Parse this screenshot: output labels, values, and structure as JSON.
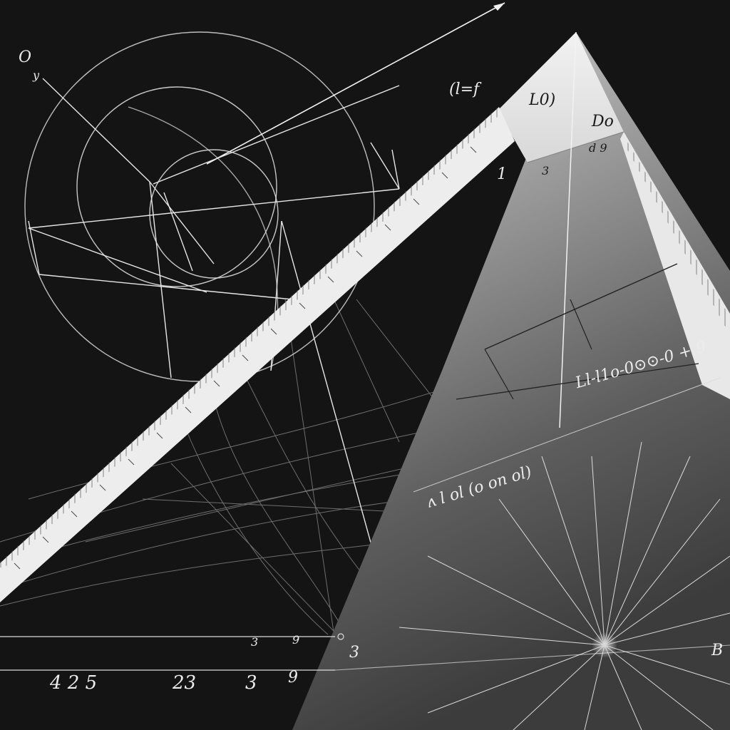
{
  "scene": {
    "description_free": true,
    "palette": {
      "background": "#141414",
      "chalk": "#e8e8e8",
      "ruler": "#ededed",
      "prism_light": "#d9d9d9",
      "prism_dark": "#5a5a5a"
    }
  },
  "labels": {
    "origin": "O",
    "origin_sub": "y",
    "top_formula": "(l=f",
    "top_right_1": "L0)",
    "top_right_2": "Do",
    "top_right_3": "d 9",
    "near_ruler_1": "1",
    "near_ruler_2": "3",
    "mid_formula": "Ll-l1o-0⊙⊙-0 + 9",
    "lower_formula": "ʌ  l  ol  (o  on  ol)",
    "right_b": "B",
    "bottom_1": "4 2 5",
    "bottom_2": "23",
    "bottom_3": "3",
    "bottom_4": "9",
    "bottom_mid_3": "3",
    "bottom_mid_9": "9",
    "bottom_end": "3"
  }
}
